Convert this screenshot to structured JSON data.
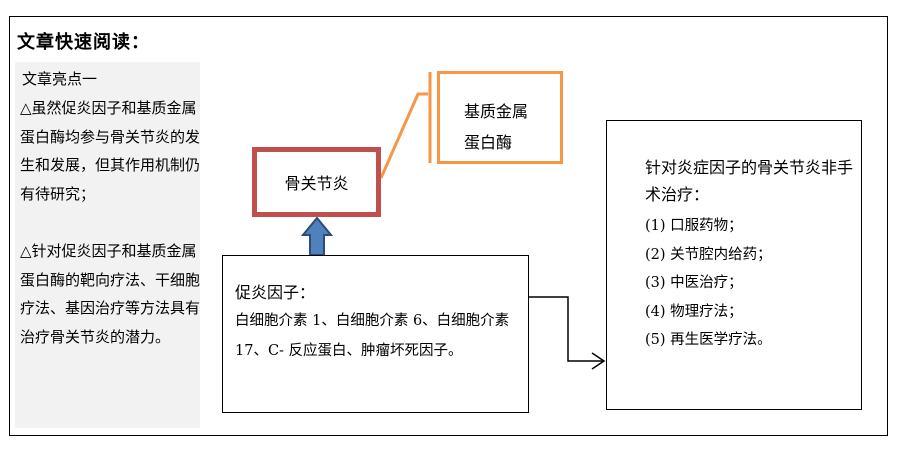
{
  "title": "文章快速阅读：",
  "highlights": {
    "heading": "文章亮点一",
    "items": [
      "△虽然促炎因子和基质金属蛋白酶均参与骨关节炎的发生和发展，但其作用机制仍有待研究；",
      "△针对促炎因子和基质金属蛋白酶的靶向疗法、干细胞疗法、基因治疗等方法具有治疗骨关节炎的潜力。"
    ]
  },
  "diagram": {
    "osteoarthritis": "骨关节炎",
    "mmp_line1": "基质金属",
    "mmp_line2": "蛋白酶",
    "proinflammatory": {
      "title": "促炎因子：",
      "body": "白细胞介素 1、白细胞介素 6、白细胞介素 17、C- 反应蛋白、肿瘤坏死因子。"
    },
    "treatment": {
      "title": "针对炎症因子的骨关节炎非手术治疗：",
      "items": [
        "(1) 口服药物；",
        "(2) 关节腔内给药；",
        "(3) 中医治疗；",
        "(4) 物理疗法；",
        "(5) 再生医学疗法。"
      ]
    }
  },
  "colors": {
    "osteoarthritis_border": "#c0504d",
    "mmp_border": "#f79646",
    "arrow_fill": "#4f81bd",
    "arrow_stroke": "#2c4d75",
    "panel_bg": "#f2f2f2"
  }
}
